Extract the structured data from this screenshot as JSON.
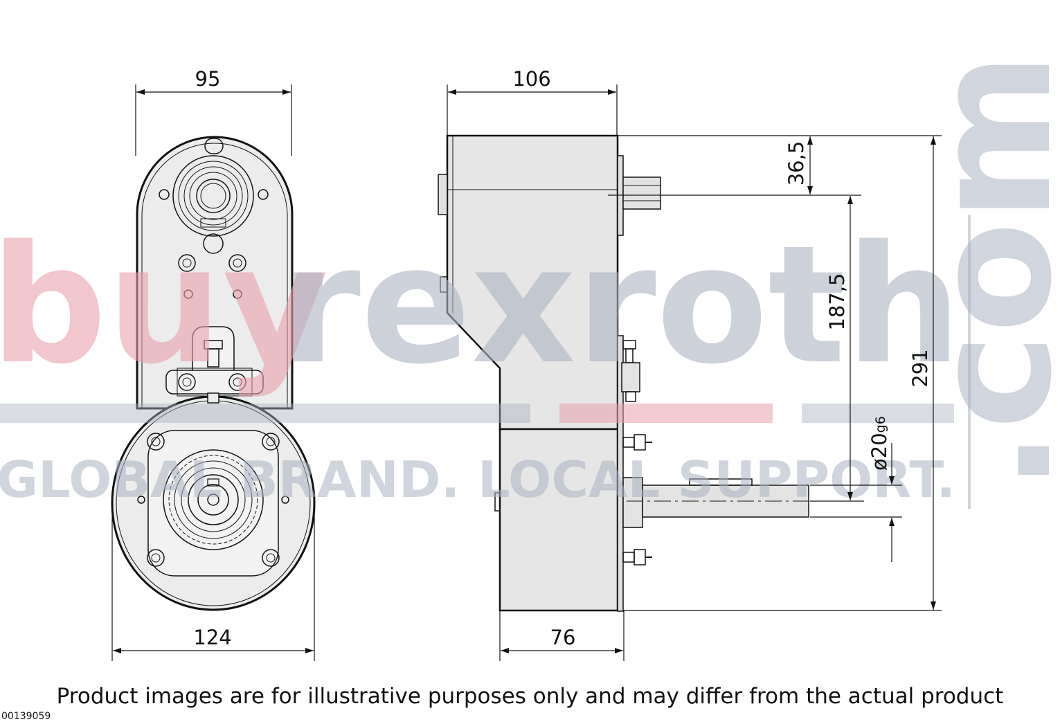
{
  "dimensions": {
    "front_width_top": "95",
    "front_width_bottom": "124",
    "side_width_top": "106",
    "side_width_bottom": "76",
    "offset_top": "36,5",
    "shaft_distance": "187,5",
    "total_height": "291",
    "shaft_diameter": "ø20",
    "shaft_tolerance": "g6"
  },
  "watermark": {
    "brand_part1": "buy",
    "brand_part2": "rexroth",
    "tld": ".com",
    "slogan": "GLOBAL BRAND. LOCAL SUPPORT.",
    "color_red": "#e8a0aa",
    "color_blue": "#aab3c2"
  },
  "disclaimer": "Product images are for illustrative purposes only and may differ from the actual product",
  "product_id": "00139059"
}
